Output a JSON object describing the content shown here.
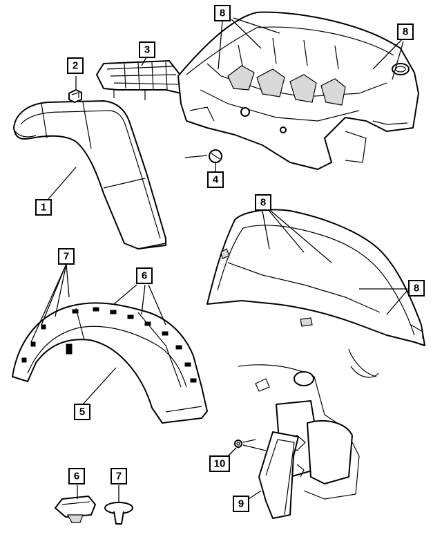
{
  "callouts": [
    {
      "id": "c1",
      "label": "1"
    },
    {
      "id": "c2",
      "label": "2"
    },
    {
      "id": "c3",
      "label": "3"
    },
    {
      "id": "c4",
      "label": "4"
    },
    {
      "id": "c5",
      "label": "5"
    },
    {
      "id": "c6a",
      "label": "6"
    },
    {
      "id": "c6b",
      "label": "6"
    },
    {
      "id": "c7a",
      "label": "7"
    },
    {
      "id": "c7b",
      "label": "7"
    },
    {
      "id": "c8a",
      "label": "8"
    },
    {
      "id": "c8b",
      "label": "8"
    },
    {
      "id": "c8c",
      "label": "8"
    },
    {
      "id": "c8d",
      "label": "8"
    },
    {
      "id": "c9",
      "label": "9"
    },
    {
      "id": "c10",
      "label": "10"
    }
  ]
}
